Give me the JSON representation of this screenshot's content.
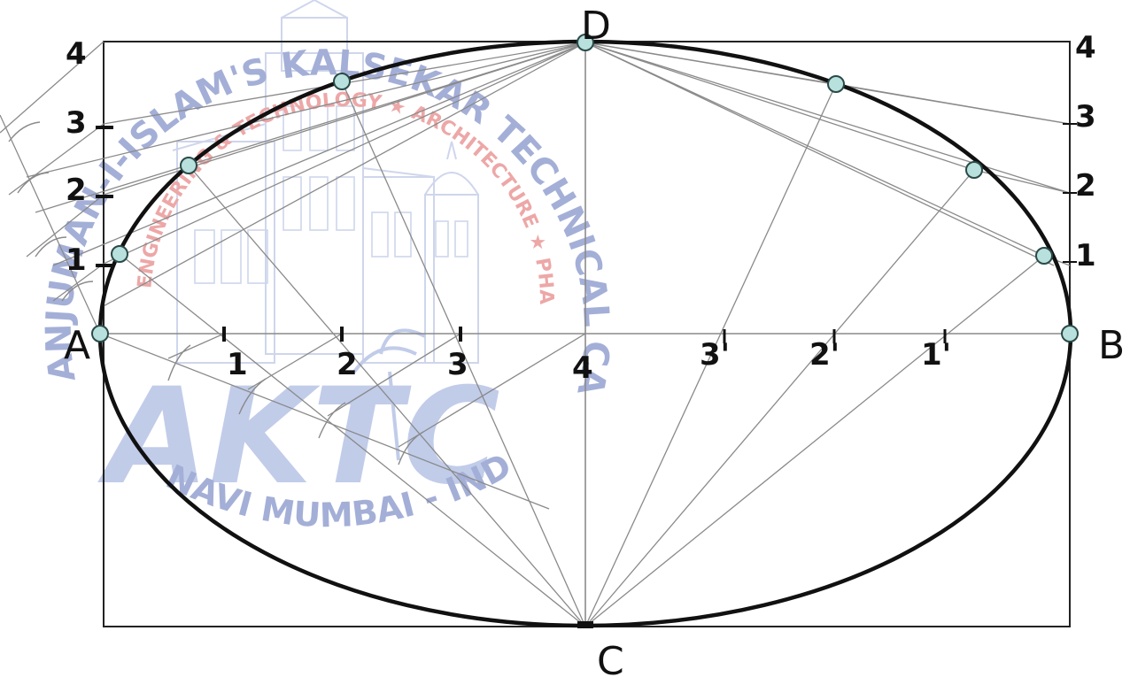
{
  "watermark": {
    "ring_text": "ANJUMAN-I-ISLAM'S KALSEKAR TECHNICAL CAMPUS, NEW PANVEL",
    "inner_text": "ENGINEERING & TECHNOLOGY ★ ARCHITECTURE ★ PHARMACY ★",
    "logo_text": "AKTC",
    "bottom_text": "NAVI MUMBAI - INDIA",
    "color_text": "#5a6fb8",
    "color_red": "#e06060",
    "color_logo": "#8fa3d8",
    "color_building": "#a9b6de"
  },
  "points": {
    "A": "A",
    "B": "B",
    "C": "C",
    "D": "D"
  },
  "left_scale": [
    "1",
    "2",
    "3",
    "4"
  ],
  "right_scale": [
    "1",
    "2",
    "3",
    "4"
  ],
  "axis_marks_left": [
    "1",
    "2",
    "3",
    "4"
  ],
  "axis_marks_right": [
    "3'",
    "2'",
    "1'"
  ],
  "colors": {
    "ellipse": "#111111",
    "construction": "#8a8a8a",
    "frame": "#222222",
    "point_fill": "#b8e0dc",
    "point_stroke": "#2a4a48"
  }
}
